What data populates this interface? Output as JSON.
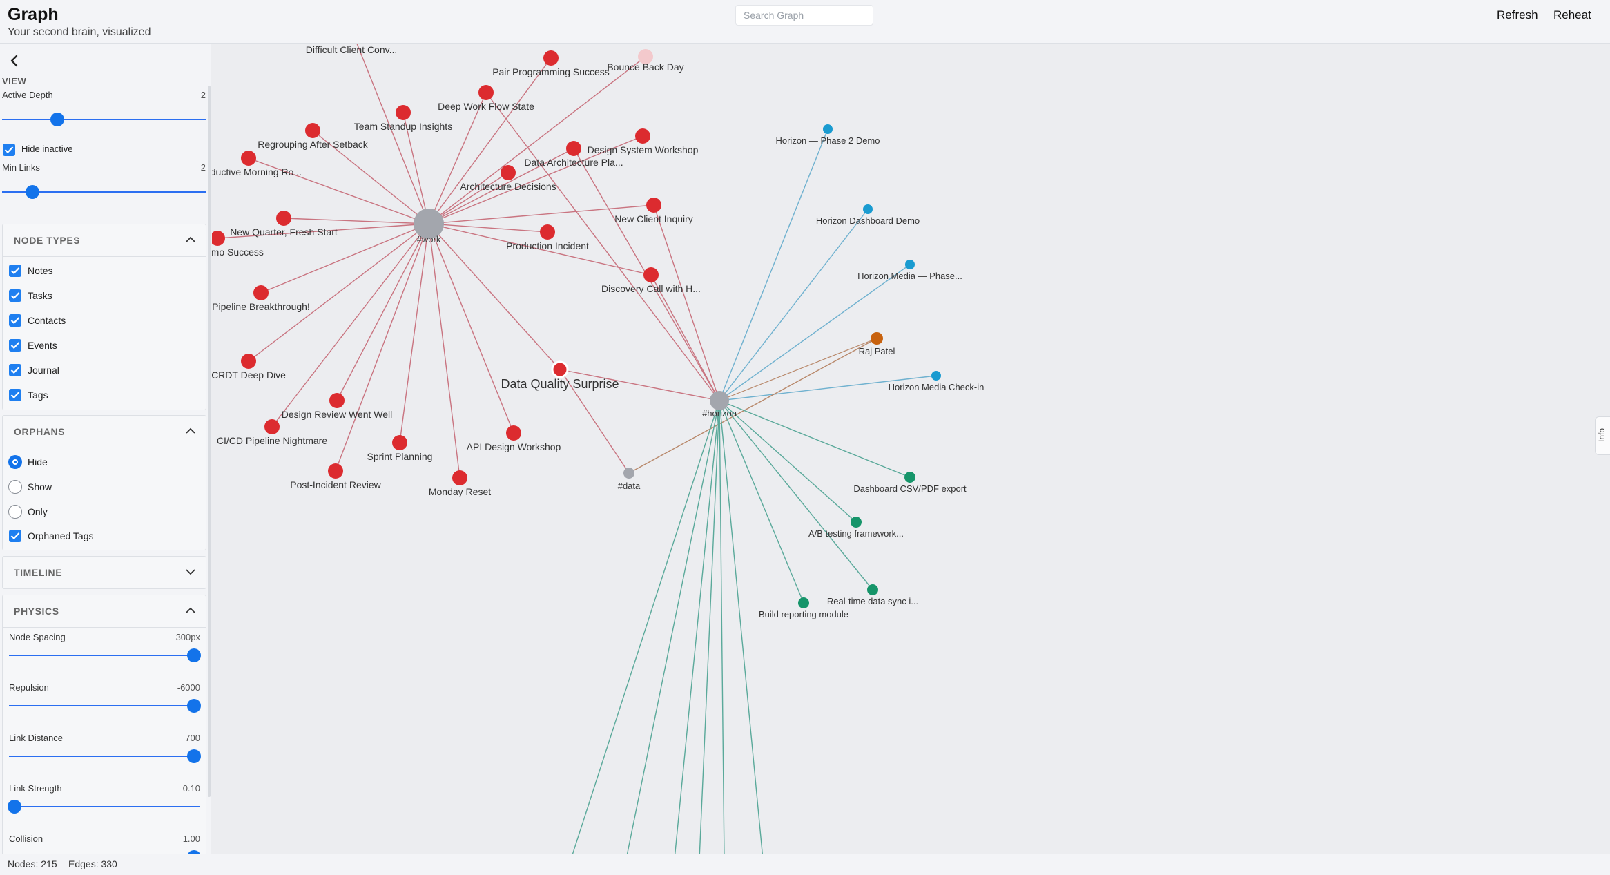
{
  "header": {
    "title": "Graph",
    "subtitle": "Your second brain, visualized",
    "search_placeholder": "Search Graph",
    "refresh_label": "Refresh",
    "reheat_label": "Reheat"
  },
  "sidebar": {
    "view_label": "VIEW",
    "active_depth": {
      "label": "Active Depth",
      "value": "2",
      "fraction": 0.27
    },
    "hide_inactive": {
      "label": "Hide inactive",
      "checked": true
    },
    "min_links": {
      "label": "Min Links",
      "value": "2",
      "fraction": 0.13
    },
    "node_types": {
      "title": "NODE TYPES",
      "items": [
        {
          "label": "Notes",
          "checked": true
        },
        {
          "label": "Tasks",
          "checked": true
        },
        {
          "label": "Contacts",
          "checked": true
        },
        {
          "label": "Events",
          "checked": true
        },
        {
          "label": "Journal",
          "checked": true
        },
        {
          "label": "Tags",
          "checked": true
        }
      ]
    },
    "orphans": {
      "title": "ORPHANS",
      "options": [
        {
          "label": "Hide",
          "selected": true
        },
        {
          "label": "Show",
          "selected": false
        },
        {
          "label": "Only",
          "selected": false
        }
      ],
      "orphaned_tags": {
        "label": "Orphaned Tags",
        "checked": true
      }
    },
    "timeline": {
      "title": "TIMELINE"
    },
    "physics": {
      "title": "PHYSICS",
      "sliders": [
        {
          "label": "Node Spacing",
          "value": "300px",
          "fraction": 1.0
        },
        {
          "label": "Repulsion",
          "value": "-6000",
          "fraction": 1.0
        },
        {
          "label": "Link Distance",
          "value": "700",
          "fraction": 1.0
        },
        {
          "label": "Link Strength",
          "value": "0.10",
          "fraction": 0.0
        },
        {
          "label": "Collision",
          "value": "1.00",
          "fraction": 1.0
        }
      ]
    }
  },
  "graph": {
    "colors": {
      "note": "#dc2b2f",
      "tag": "#a3a6ad",
      "event": "#1a9bd0",
      "task": "#16956a",
      "contact": "#c8620e",
      "work_edge": "#c97480",
      "horizon_edge": "#6fb1cf",
      "task_edge": "#5aa99a",
      "contact_edge": "#b8886a"
    },
    "hubs": [
      {
        "id": "work",
        "label": "#work"
      },
      {
        "id": "horizon",
        "label": "#horizon"
      }
    ],
    "nodes": [
      {
        "id": "bounce",
        "label": "Bounce Back Day"
      },
      {
        "id": "difficult",
        "label": "Difficult Client Conv..."
      },
      {
        "id": "pair",
        "label": "Pair Programming Success"
      },
      {
        "id": "deep",
        "label": "Deep Work Flow State"
      },
      {
        "id": "standup",
        "label": "Team Standup Insights"
      },
      {
        "id": "regroup",
        "label": "Regrouping After Setback"
      },
      {
        "id": "dsw",
        "label": "Design System Workshop"
      },
      {
        "id": "dap",
        "label": "Data Architecture Pla..."
      },
      {
        "id": "morning",
        "label": "Productive Morning Ro..."
      },
      {
        "id": "archdec",
        "label": "Architecture Decisions"
      },
      {
        "id": "newclient",
        "label": "New Client Inquiry"
      },
      {
        "id": "newq",
        "label": "New Quarter, Fresh Start"
      },
      {
        "id": "prodinc",
        "label": "Production Incident"
      },
      {
        "id": "clientdemo",
        "label": "Client Demo Success"
      },
      {
        "id": "discovery",
        "label": "Discovery Call with H..."
      },
      {
        "id": "pipeline",
        "label": "Pipeline Breakthrough!"
      },
      {
        "id": "crdt",
        "label": "CRDT Deep Dive"
      },
      {
        "id": "dqs",
        "label": "Data Quality Surprise"
      },
      {
        "id": "drww",
        "label": "Design Review Went Well"
      },
      {
        "id": "cicd",
        "label": "CI/CD Pipeline Nightmare"
      },
      {
        "id": "api",
        "label": "API Design Workshop"
      },
      {
        "id": "sprint",
        "label": "Sprint Planning"
      },
      {
        "id": "postinc",
        "label": "Post-Incident Review"
      },
      {
        "id": "monday",
        "label": "Monday Reset"
      },
      {
        "id": "data",
        "label": "#data"
      },
      {
        "id": "hp2",
        "label": "Horizon — Phase 2 Demo"
      },
      {
        "id": "hdd",
        "label": "Horizon Dashboard Demo"
      },
      {
        "id": "hmp",
        "label": "Horizon Media — Phase..."
      },
      {
        "id": "raj",
        "label": "Raj Patel"
      },
      {
        "id": "hmc",
        "label": "Horizon Media Check-in"
      },
      {
        "id": "csv",
        "label": "Dashboard CSV/PDF export"
      },
      {
        "id": "ab",
        "label": "A/B testing framework..."
      },
      {
        "id": "rtsync",
        "label": "Real-time data sync i..."
      },
      {
        "id": "brm",
        "label": "Build reporting module"
      }
    ]
  },
  "footer": {
    "nodes_text": "Nodes: 215",
    "edges_text": "Edges: 330"
  }
}
